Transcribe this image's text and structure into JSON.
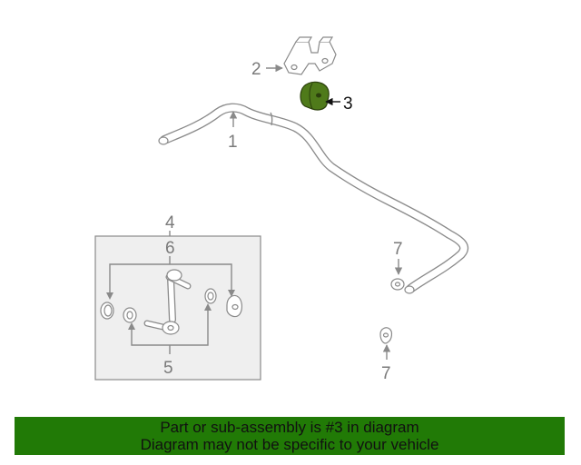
{
  "diagram": {
    "callouts": {
      "c1": "1",
      "c2": "2",
      "c3": "3",
      "c4": "4",
      "c5": "5",
      "c6": "6",
      "c7a": "7",
      "c7b": "7"
    },
    "highlight_color": "#4f7a1a",
    "part_stroke_color": "#8a8a8a"
  },
  "banner": {
    "line1": "Part or sub-assembly is #3 in diagram",
    "line2": "Diagram may not be specific to your vehicle",
    "background_color": "#217a06"
  }
}
